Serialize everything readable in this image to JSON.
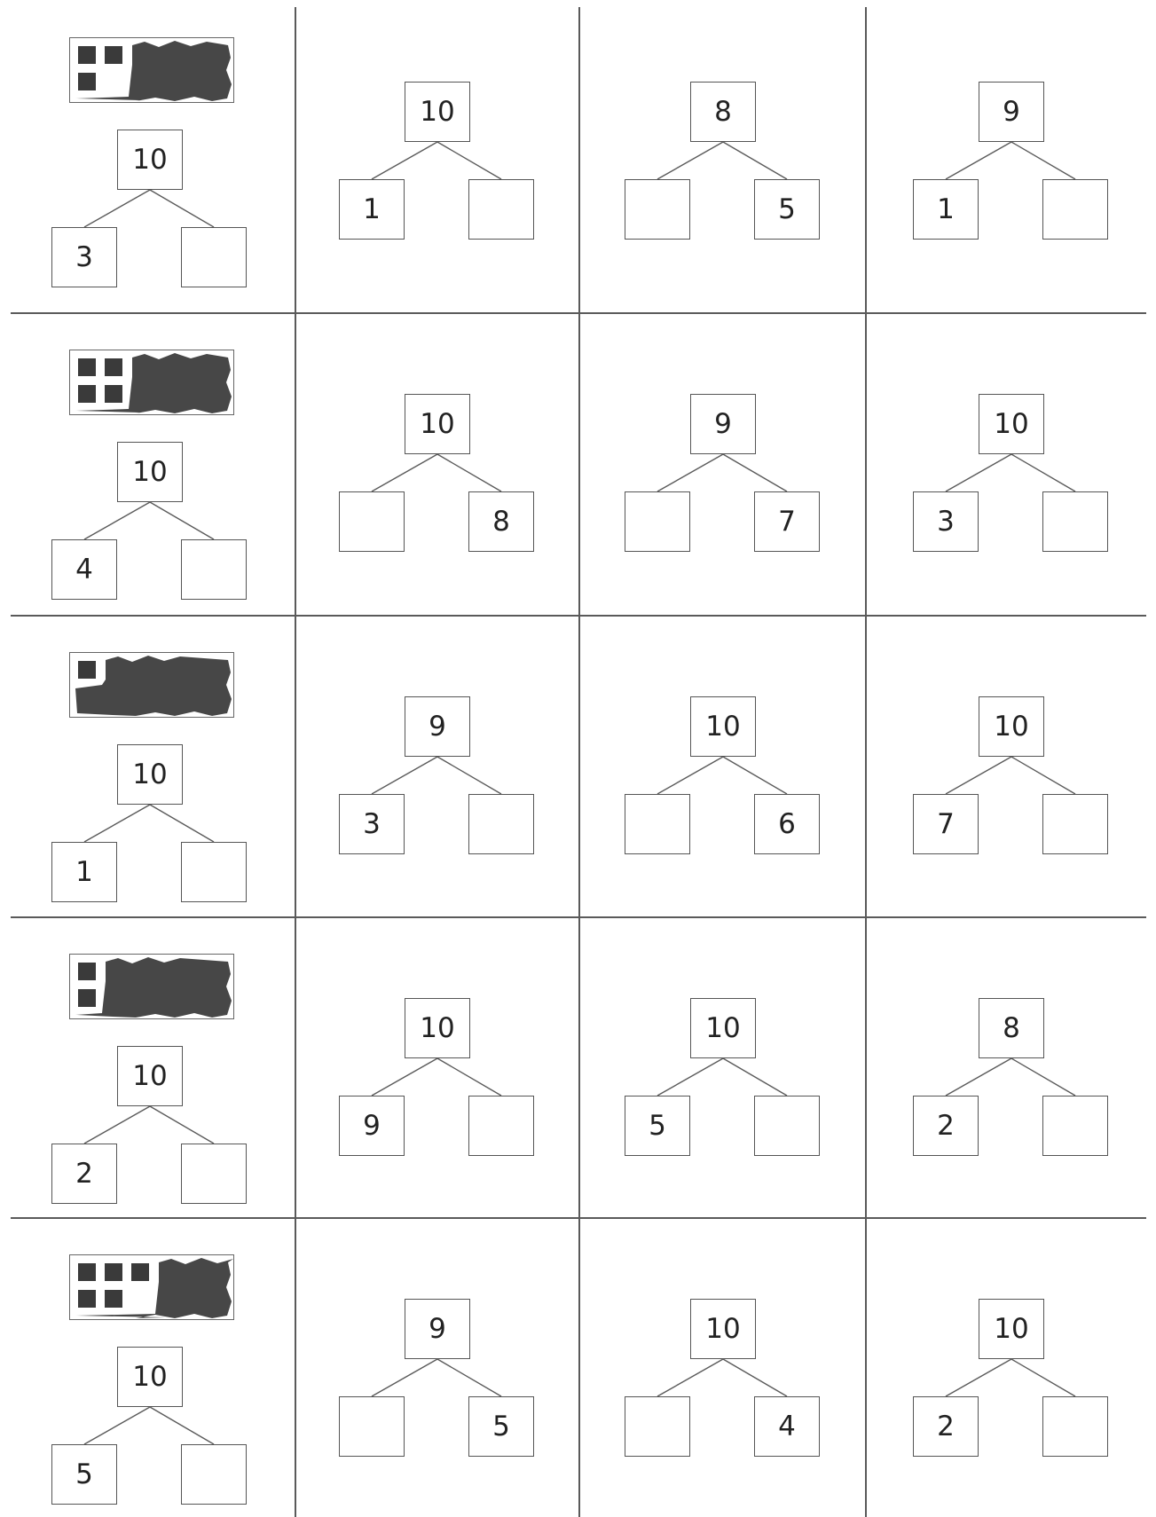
{
  "rows": [
    {
      "model": {
        "dots": [
          [
            0,
            0
          ],
          [
            0,
            1
          ],
          [
            1,
            0
          ]
        ],
        "whole": "10",
        "part_left": "3",
        "part_right": ""
      },
      "trees": [
        {
          "whole": "10",
          "left": "1",
          "right": ""
        },
        {
          "whole": "8",
          "left": "",
          "right": "5"
        },
        {
          "whole": "9",
          "left": "1",
          "right": ""
        }
      ]
    },
    {
      "model": {
        "dots": [
          [
            0,
            0
          ],
          [
            0,
            1
          ],
          [
            1,
            0
          ],
          [
            1,
            1
          ]
        ],
        "whole": "10",
        "part_left": "4",
        "part_right": ""
      },
      "trees": [
        {
          "whole": "10",
          "left": "",
          "right": "8"
        },
        {
          "whole": "9",
          "left": "",
          "right": "7"
        },
        {
          "whole": "10",
          "left": "3",
          "right": ""
        }
      ]
    },
    {
      "model": {
        "dots": [
          [
            0,
            0
          ]
        ],
        "whole": "10",
        "part_left": "1",
        "part_right": ""
      },
      "trees": [
        {
          "whole": "9",
          "left": "3",
          "right": ""
        },
        {
          "whole": "10",
          "left": "",
          "right": "6"
        },
        {
          "whole": "10",
          "left": "7",
          "right": ""
        }
      ]
    },
    {
      "model": {
        "dots": [
          [
            0,
            0
          ],
          [
            1,
            0
          ]
        ],
        "whole": "10",
        "part_left": "2",
        "part_right": ""
      },
      "trees": [
        {
          "whole": "10",
          "left": "9",
          "right": ""
        },
        {
          "whole": "10",
          "left": "5",
          "right": ""
        },
        {
          "whole": "8",
          "left": "2",
          "right": ""
        }
      ]
    },
    {
      "model": {
        "dots": [
          [
            0,
            0
          ],
          [
            0,
            1
          ],
          [
            0,
            2
          ],
          [
            1,
            0
          ],
          [
            1,
            1
          ]
        ],
        "whole": "10",
        "part_left": "5",
        "part_right": ""
      },
      "trees": [
        {
          "whole": "9",
          "left": "",
          "right": "5"
        },
        {
          "whole": "10",
          "left": "",
          "right": "4"
        },
        {
          "whole": "10",
          "left": "2",
          "right": ""
        }
      ]
    }
  ],
  "colors": {
    "line": "#5a5a5a",
    "dot": "#3a3a3a",
    "torn": "#474747"
  }
}
